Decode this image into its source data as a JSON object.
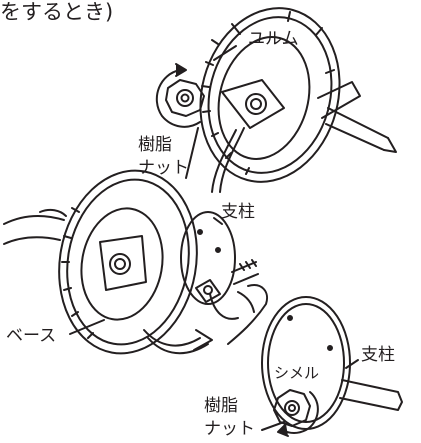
{
  "heading": "をするとき)",
  "labels": {
    "loosen": "ユルム",
    "resin_nut_top_1": "樹脂",
    "resin_nut_top_2": "ナット",
    "pole_mid": "支柱",
    "base": "ベース",
    "pole_right": "支柱",
    "tighten": "シメル",
    "resin_nut_bottom_1": "樹脂",
    "resin_nut_bottom_2": "ナット"
  },
  "colors": {
    "line": "#231f20",
    "background": "#ffffff"
  },
  "icons": [
    "rotation-arrow-loosen-icon",
    "rotation-arrow-tighten-icon",
    "movement-arrow-icon"
  ]
}
